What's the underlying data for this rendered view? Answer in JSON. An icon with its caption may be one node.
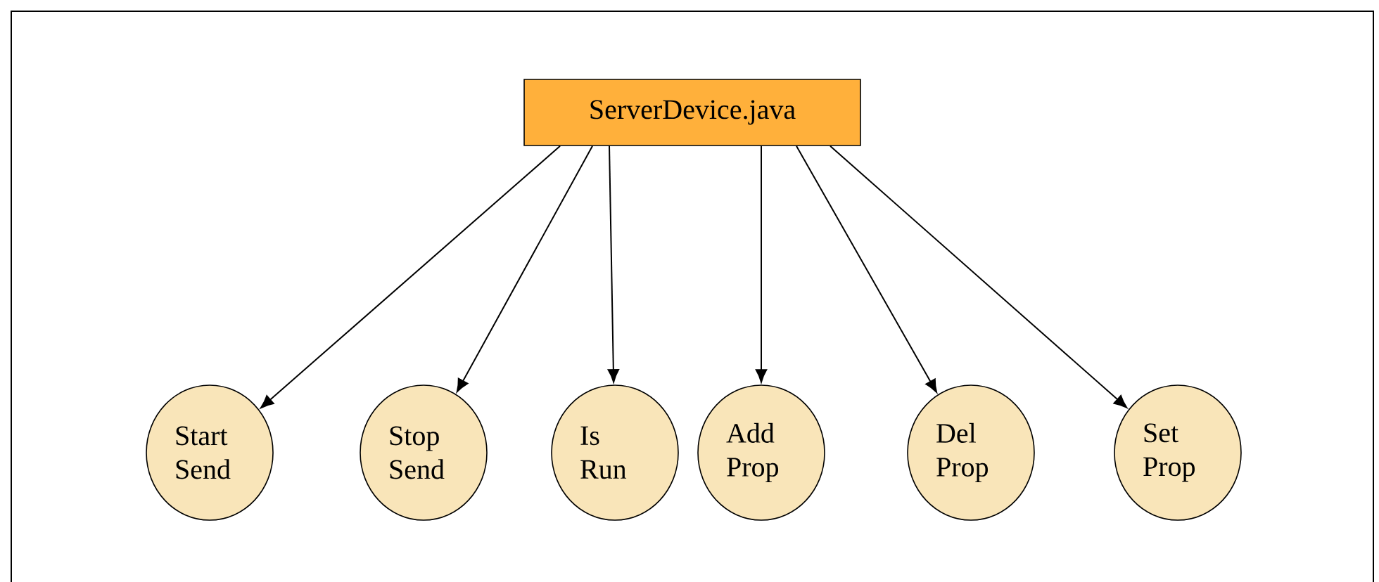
{
  "diagram": {
    "nodes": [
      {
        "text": [
          "ServerDevice.java"
        ]
      },
      {
        "text": [
          "Start Send"
        ]
      },
      {
        "text": [
          "Stop Send"
        ]
      },
      {
        "text": [
          "Is Run"
        ]
      },
      {
        "text": [
          "Add Prop"
        ]
      },
      {
        "text": [
          "Del Prop"
        ]
      },
      {
        "text": [
          "Set Prop"
        ]
      }
    ],
    "edges": [
      {
        "from": 0,
        "to": 1,
        "arrow": "to"
      },
      {
        "from": 0,
        "to": 2,
        "arrow": "to"
      },
      {
        "from": 0,
        "to": 3,
        "arrow": "to"
      },
      {
        "from": 0,
        "to": 4,
        "arrow": "to"
      },
      {
        "from": 0,
        "to": 5,
        "arrow": "to"
      },
      {
        "from": 0,
        "to": 6,
        "arrow": "to"
      }
    ]
  }
}
